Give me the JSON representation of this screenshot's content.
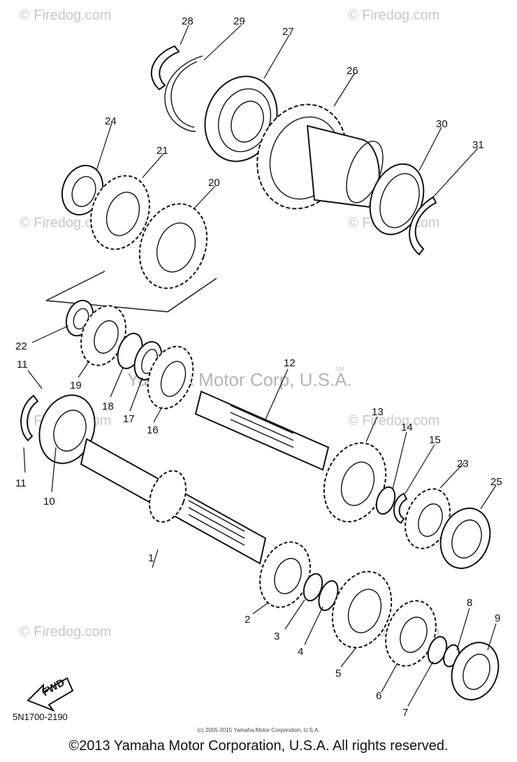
{
  "watermarks": {
    "site": "© Firedog.com",
    "center": "Yamaha Motor Corp, U.S.A.",
    "tm": "TM"
  },
  "callouts": [
    "1",
    "2",
    "3",
    "4",
    "5",
    "6",
    "7",
    "8",
    "9",
    "10",
    "11",
    "11",
    "12",
    "13",
    "14",
    "15",
    "16",
    "17",
    "18",
    "19",
    "20",
    "21",
    "22",
    "23",
    "24",
    "25",
    "26",
    "27",
    "28",
    "29",
    "30",
    "31"
  ],
  "fwd_label": "FWD",
  "diagram_code": "5N1700-2190",
  "small_copyright": "(c) 2005-2015 Yamaha Motor Corporation, U.S.A.",
  "copyright": "©2013 Yamaha Motor Corporation, U.S.A. All rights reserved."
}
